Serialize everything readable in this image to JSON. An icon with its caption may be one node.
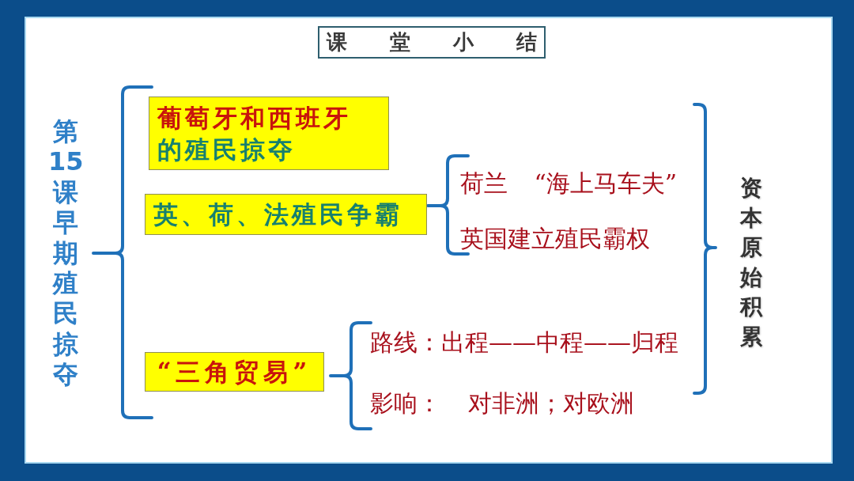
{
  "diagram": {
    "title": "课 堂 小 结",
    "nodes": [
      {
        "text": [
          "葡萄牙和西班牙的殖民掠夺"
        ]
      },
      {
        "text": [
          "英、荷、法殖民争霸"
        ]
      },
      {
        "text": [
          "“三角贸易”"
        ]
      }
    ],
    "labels": [
      "第15课早期殖民掠夺",
      "荷兰 “海上马车夫”",
      "英国建立殖民霸权",
      "路线：出程——中程——归程",
      "影响： 对非洲；对欧洲",
      "资本原始积累"
    ]
  }
}
